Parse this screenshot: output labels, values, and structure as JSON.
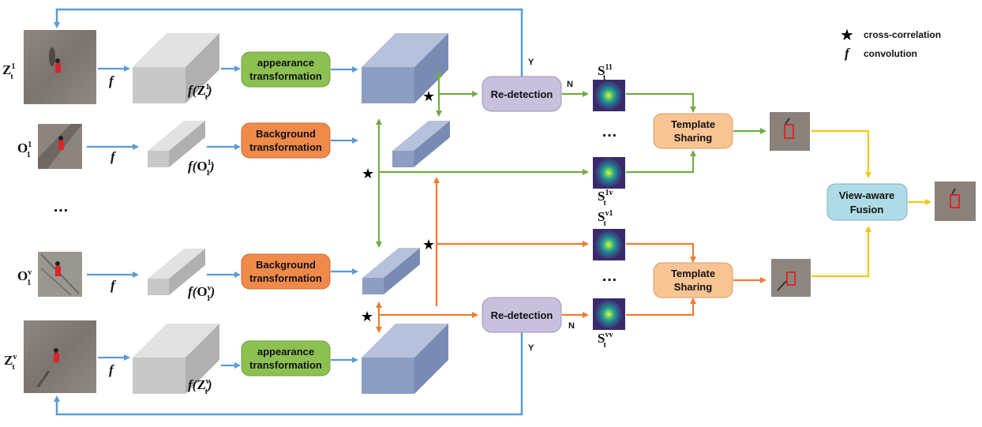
{
  "colors": {
    "blue_arrow": "#5b9bd5",
    "green_arrow": "#70ad47",
    "orange_arrow": "#ed7d31",
    "yellow_arrow": "#f5c518",
    "appearance_box": "#8cc152",
    "background_box": "#f08a4b",
    "redetect_box": "#c9c0dd",
    "template_box": "#f9c493",
    "fusion_box": "#aedbe6",
    "gray_block": "#c8c8c8",
    "blue_block": "#8e9ec2"
  },
  "legend": {
    "star_label": "cross-correlation",
    "conv_symbol": "f",
    "conv_label": "convolution"
  },
  "inputs": {
    "z1": {
      "base": "Z",
      "sup": "1",
      "sub": "t"
    },
    "o1": {
      "base": "O",
      "sup": "1",
      "sub": "1"
    },
    "ov": {
      "base": "O",
      "sup": "v",
      "sub": "1"
    },
    "zv": {
      "base": "Z",
      "sup": "v",
      "sub": "t"
    },
    "ellipsis": "…"
  },
  "conv": {
    "f": "f"
  },
  "features": {
    "fz1": {
      "pre": "f(",
      "base": "Z",
      "sup": "1",
      "sub": "t",
      "post": ")"
    },
    "fo1": {
      "pre": "f(",
      "base": "O",
      "sup": "1",
      "sub": "1",
      "post": ")"
    },
    "fov": {
      "pre": "f(",
      "base": "O",
      "sup": "v",
      "sub": "1",
      "post": ")"
    },
    "fzv": {
      "pre": "f(",
      "base": "Z",
      "sup": "v",
      "sub": "t",
      "post": ")"
    }
  },
  "boxes": {
    "appearance_top": [
      "appearance",
      "transformation"
    ],
    "background_top": [
      "Background",
      "transformation"
    ],
    "background_bottom": [
      "Background",
      "transformation"
    ],
    "appearance_bottom": [
      "appearance",
      "transformation"
    ],
    "redetect_top": "Re-detection",
    "redetect_bottom": "Re-detection",
    "template_top": [
      "Template",
      "Sharing"
    ],
    "template_bottom": [
      "Template",
      "Sharing"
    ],
    "fusion": [
      "View-aware",
      "Fusion"
    ]
  },
  "flags": {
    "y_top": "Y",
    "n_top": "N",
    "n_bottom": "N",
    "y_bottom": "Y"
  },
  "score_maps": {
    "s11": {
      "base": "S",
      "sup": "11",
      "sub": "t"
    },
    "s1v": {
      "base": "S",
      "sup": "1v",
      "sub": "t"
    },
    "sv1": {
      "base": "S",
      "sup": "v1",
      "sub": "t"
    },
    "svv": {
      "base": "S",
      "sup": "vv",
      "sub": "t"
    },
    "ellipsis": "…"
  },
  "star": "★"
}
